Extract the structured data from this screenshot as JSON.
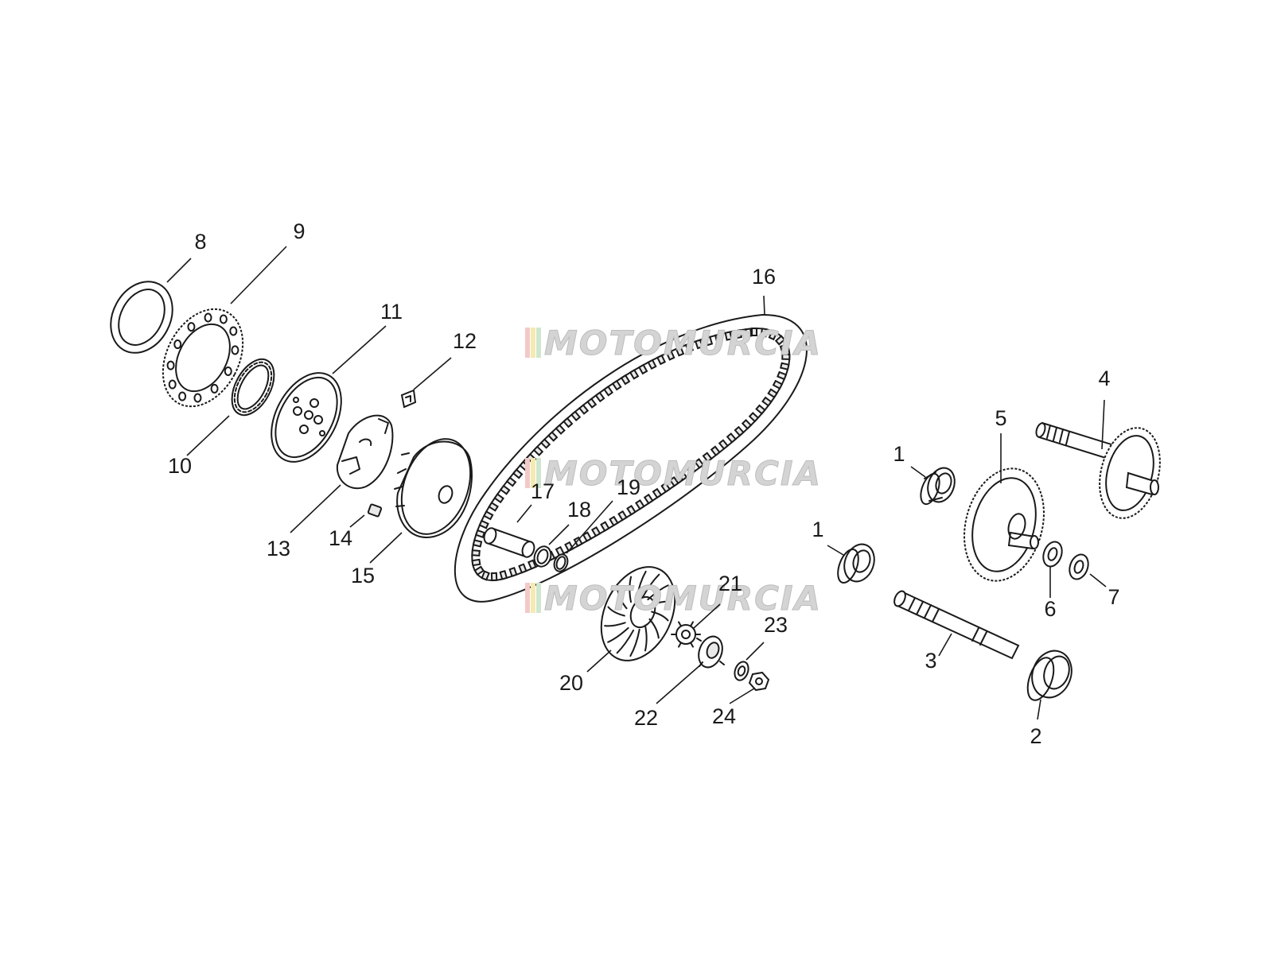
{
  "diagram": {
    "parts": [
      {
        "id": "p1a",
        "number": "1"
      },
      {
        "id": "p1b",
        "number": "1"
      },
      {
        "id": "p2",
        "number": "2"
      },
      {
        "id": "p3",
        "number": "3"
      },
      {
        "id": "p4",
        "number": "4"
      },
      {
        "id": "p5",
        "number": "5"
      },
      {
        "id": "p6",
        "number": "6"
      },
      {
        "id": "p7",
        "number": "7"
      },
      {
        "id": "p8",
        "number": "8"
      },
      {
        "id": "p9",
        "number": "9"
      },
      {
        "id": "p10",
        "number": "10"
      },
      {
        "id": "p11",
        "number": "11"
      },
      {
        "id": "p12",
        "number": "12"
      },
      {
        "id": "p13",
        "number": "13"
      },
      {
        "id": "p14",
        "number": "14"
      },
      {
        "id": "p15",
        "number": "15"
      },
      {
        "id": "p16",
        "number": "16"
      },
      {
        "id": "p17",
        "number": "17"
      },
      {
        "id": "p18",
        "number": "18"
      },
      {
        "id": "p19",
        "number": "19"
      },
      {
        "id": "p20",
        "number": "20"
      },
      {
        "id": "p21",
        "number": "21"
      },
      {
        "id": "p22",
        "number": "22"
      },
      {
        "id": "p23",
        "number": "23"
      },
      {
        "id": "p24",
        "number": "24"
      }
    ]
  },
  "watermark": {
    "text": "MOTOMURCIA",
    "stripe_colors": [
      "#f2c9c9",
      "#f5eab0",
      "#cfe6cf"
    ]
  }
}
